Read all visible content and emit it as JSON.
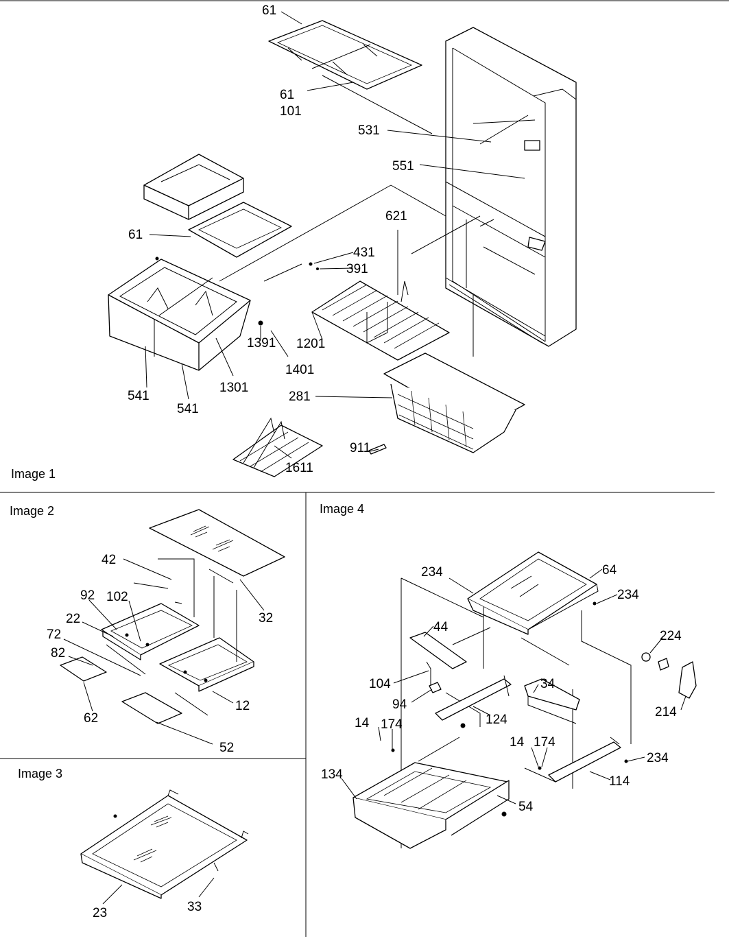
{
  "panels": {
    "image1": "Image 1",
    "image2": "Image 2",
    "image3": "Image 3",
    "image4": "Image 4"
  },
  "callouts": {
    "image1": [
      "61",
      "61",
      "101",
      "531",
      "551",
      "61",
      "621",
      "431",
      "391",
      "1201",
      "1391",
      "1401",
      "1301",
      "541",
      "541",
      "281",
      "911",
      "1611"
    ],
    "image2": [
      "42",
      "92",
      "102",
      "22",
      "72",
      "82",
      "62",
      "12",
      "32",
      "52"
    ],
    "image3": [
      "23",
      "33"
    ],
    "image4": [
      "234",
      "64",
      "234",
      "44",
      "224",
      "104",
      "94",
      "124",
      "34",
      "214",
      "14",
      "174",
      "14",
      "174",
      "234",
      "134",
      "114",
      "54"
    ]
  }
}
